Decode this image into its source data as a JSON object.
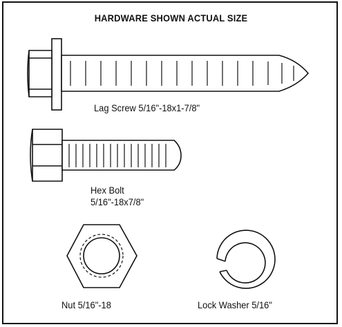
{
  "title": "HARDWARE SHOWN ACTUAL SIZE",
  "items": {
    "lag_screw": {
      "label": "Lag Screw 5/16\"-18x1-7/8\""
    },
    "hex_bolt": {
      "label_line1": "Hex Bolt",
      "label_line2": "5/16\"-18x7/8\""
    },
    "nut": {
      "label": "Nut 5/16\"-18"
    },
    "lock_washer": {
      "label": "Lock Washer 5/16\""
    }
  }
}
